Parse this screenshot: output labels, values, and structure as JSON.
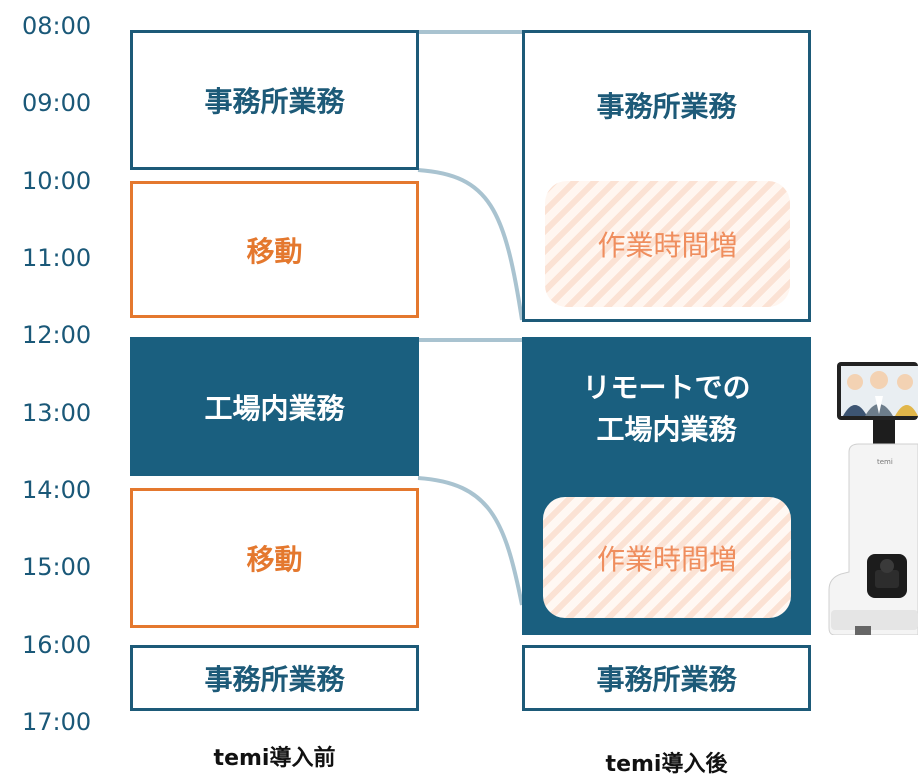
{
  "times": [
    "08:00",
    "09:00",
    "10:00",
    "11:00",
    "12:00",
    "13:00",
    "14:00",
    "15:00",
    "16:00",
    "17:00"
  ],
  "before": {
    "label": "temi導入前",
    "blocks": [
      {
        "text": "事務所業務",
        "type": "office"
      },
      {
        "text": "移動",
        "type": "move"
      },
      {
        "text": "工場内業務",
        "type": "factory"
      },
      {
        "text": "移動",
        "type": "move"
      },
      {
        "text": "事務所業務",
        "type": "office"
      }
    ]
  },
  "after": {
    "label": "temi導入後",
    "blocks": [
      {
        "text": "事務所業務",
        "type": "office",
        "extra": "作業時間増"
      },
      {
        "text": "リモートでの\n工場内業務",
        "type": "factory",
        "extra": "作業時間増"
      },
      {
        "text": "事務所業務",
        "type": "office"
      }
    ]
  },
  "robot": {
    "brand": "temi"
  },
  "colors": {
    "navy": "#1a5f7f",
    "orange": "#e4782e",
    "hatch": "#ef8e5e",
    "connector": "#a9c3d0"
  }
}
